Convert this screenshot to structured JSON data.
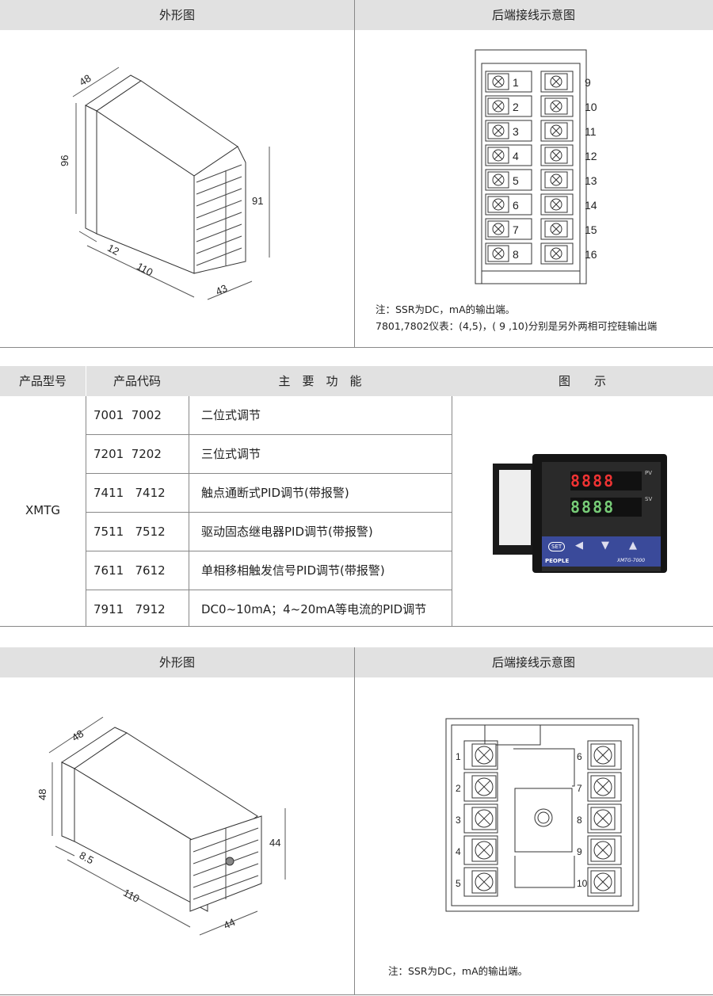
{
  "section1": {
    "left_title": "外形图",
    "right_title": "后端接线示意图",
    "dims": [
      "48",
      "96",
      "91",
      "12",
      "110",
      "43"
    ],
    "left_terminals": [
      "1",
      "2",
      "3",
      "4",
      "5",
      "6",
      "7",
      "8"
    ],
    "right_terminals": [
      "9",
      "10",
      "11",
      "12",
      "13",
      "14",
      "15",
      "16"
    ],
    "notes": [
      "注：SSR为DC，mA的输出端。",
      "7801,7802仪表：(4,5)，( 9 ,10)分别是另外两相可控硅输出端"
    ]
  },
  "table": {
    "headers": [
      "产品型号",
      "产品代码",
      "主　要　功　能",
      "图　　示"
    ],
    "model": "XMTG",
    "rows": [
      {
        "code": "7001  7002",
        "function": "二位式调节"
      },
      {
        "code": "7201  7202",
        "function": "三位式调节"
      },
      {
        "code": "7411   7412",
        "function": "触点通断式PID调节(带报警)"
      },
      {
        "code": "7511   7512",
        "function": "驱动固态继电器PID调节(带报警)"
      },
      {
        "code": "7611   7612",
        "function": "单相移相触发信号PID调节(带报警)"
      },
      {
        "code": "7911   7912",
        "function": "DC0~10mA；4~20mA等电流的PID调节"
      }
    ],
    "device": {
      "pv": "PV",
      "sv": "SV",
      "brand": "PEOPLE",
      "model": "XMTG-7000",
      "set": "SET",
      "display": "8888"
    }
  },
  "section2": {
    "left_title": "外形图",
    "right_title": "后端接线示意图",
    "dims": [
      "48",
      "48",
      "44",
      "8.5",
      "110",
      "44"
    ],
    "left_terminals": [
      "1",
      "2",
      "3",
      "4",
      "5"
    ],
    "right_terminals": [
      "6",
      "7",
      "8",
      "9",
      "10"
    ],
    "note": "注：SSR为DC，mA的输出端。"
  }
}
